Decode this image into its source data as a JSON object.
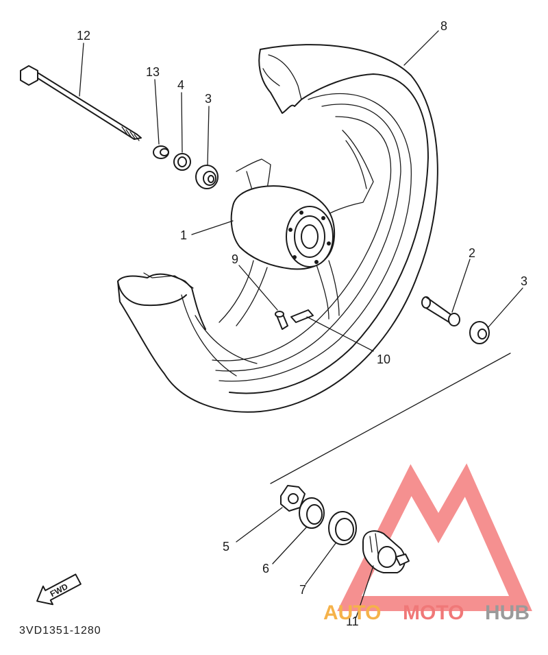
{
  "diagram": {
    "callouts": [
      {
        "id": "c1",
        "label": "1"
      },
      {
        "id": "c2",
        "label": "2"
      },
      {
        "id": "c3a",
        "label": "3"
      },
      {
        "id": "c3b",
        "label": "3"
      },
      {
        "id": "c4",
        "label": "4"
      },
      {
        "id": "c5",
        "label": "5"
      },
      {
        "id": "c6",
        "label": "6"
      },
      {
        "id": "c7",
        "label": "7"
      },
      {
        "id": "c8",
        "label": "8"
      },
      {
        "id": "c9",
        "label": "9"
      },
      {
        "id": "c10",
        "label": "10"
      },
      {
        "id": "c11",
        "label": "11"
      },
      {
        "id": "c12",
        "label": "12"
      },
      {
        "id": "c13",
        "label": "13"
      }
    ],
    "direction_label": "FWD",
    "drawing_code": "3VD1351-1280"
  },
  "watermark": {
    "part1": "AUTO",
    "part2": "MOTO",
    "part3": "HUB",
    "colors": {
      "auto": "#f5b24a",
      "moto": "#f07878",
      "hub": "#9a9a9a",
      "logo": "#f26b6b"
    }
  }
}
